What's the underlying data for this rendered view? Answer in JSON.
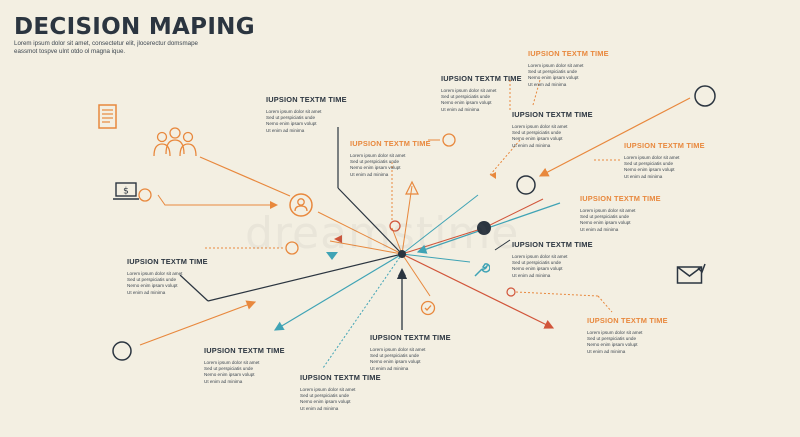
{
  "header": {
    "title": "DECISION MAPING",
    "intro_lines": [
      "Lorem ipsum dolor sit amet, consectetur elit, jlocerectur domsmape",
      "eassmot tospve ulnt otdo ol magna ique."
    ]
  },
  "colors": {
    "background": "#f3efe2",
    "dark": "#2b3540",
    "orange": "#e8883d",
    "teal": "#3fa3b5",
    "red": "#d1553a"
  },
  "labels": [
    {
      "id": "label-top-left",
      "title": "IUPSION TEXTM TIME",
      "tone": "dark",
      "lines": [
        "Lorem ipsum dolor sit amet",
        "Sed ut perspiciatis unde",
        "Nemo enim ipsam volupt",
        "Ut enim ad minima"
      ]
    },
    {
      "id": "label-top-center",
      "title": "IUPSION TEXTM TIME",
      "tone": "orange",
      "lines": [
        "Lorem ipsum dolor sit amet",
        "Sed ut perspiciatis unde",
        "Nemo enim ipsam volupt",
        "Ut enim ad minima"
      ]
    },
    {
      "id": "label-top",
      "title": "IUPSION TEXTM TIME",
      "tone": "dark",
      "lines": [
        "Lorem ipsum dolor sit amet",
        "Sed ut perspiciatis unde",
        "Nemo enim ipsam volupt",
        "Ut enim ad minima"
      ]
    },
    {
      "id": "label-top-right",
      "title": "IUPSION TEXTM TIME",
      "tone": "orange",
      "lines": [
        "Lorem ipsum dolor sit amet",
        "Sed ut perspiciatis unde",
        "Nemo enim ipsam volupt",
        "Ut enim ad minima"
      ]
    },
    {
      "id": "label-right-upper",
      "title": "IUPSION TEXTM TIME",
      "tone": "dark",
      "lines": [
        "Lorem ipsum dolor sit amet",
        "Sed ut perspiciatis unde",
        "Nemo enim ipsam volupt",
        "Ut enim ad minima"
      ]
    },
    {
      "id": "label-right-orange",
      "title": "IUPSION TEXTM TIME",
      "tone": "orange",
      "lines": [
        "Lorem ipsum dolor sit amet",
        "Sed ut perspiciatis unde",
        "Nemo enim ipsam volupt",
        "Ut enim ad minima"
      ]
    },
    {
      "id": "label-right-middle",
      "title": "IUPSION TEXTM TIME",
      "tone": "orange",
      "lines": [
        "Lorem ipsum dolor sit amet",
        "Sed ut perspiciatis unde",
        "Nemo enim ipsam volupt",
        "Ut enim ad minima"
      ]
    },
    {
      "id": "label-right-dark",
      "title": "IUPSION TEXTM TIME",
      "tone": "dark",
      "lines": [
        "Lorem ipsum dolor sit amet",
        "Sed ut perspiciatis unde",
        "Nemo enim ipsam volupt",
        "Ut enim ad minima"
      ]
    },
    {
      "id": "label-left",
      "title": "IUPSION TEXTM TIME",
      "tone": "dark",
      "lines": [
        "Lorem ipsum dolor sit amet",
        "Sed ut perspiciatis unde",
        "Nemo enim ipsam volupt",
        "Ut enim ad minima"
      ]
    },
    {
      "id": "label-bottom-right",
      "title": "IUPSION TEXTM TIME",
      "tone": "orange",
      "lines": [
        "Lorem ipsum dolor sit amet",
        "Sed ut perspiciatis unde",
        "Nemo enim ipsam volupt",
        "Ut enim ad minima"
      ]
    },
    {
      "id": "label-bottom-center",
      "title": "IUPSION TEXTM TIME",
      "tone": "dark",
      "lines": [
        "Lorem ipsum dolor sit amet",
        "Sed ut perspiciatis unde",
        "Nemo enim ipsam volupt",
        "Ut enim ad minima"
      ]
    },
    {
      "id": "label-bottom-left",
      "title": "IUPSION TEXTM TIME",
      "tone": "dark",
      "lines": [
        "Lorem ipsum dolor sit amet",
        "Sed ut perspiciatis unde",
        "Nemo enim ipsam volupt",
        "Ut enim ad minima"
      ]
    },
    {
      "id": "label-bottom",
      "title": "IUPSION TEXTM TIME",
      "tone": "dark",
      "lines": [
        "Lorem ipsum dolor sit amet",
        "Sed ut perspiciatis unde",
        "Nemo enim ipsam volupt",
        "Ut enim ad minima"
      ]
    }
  ],
  "icons": [
    "document-icon",
    "people-group-icon",
    "laptop-dollar-icon",
    "person-circle-icon",
    "wrench-icon",
    "check-circle-icon",
    "envelope-icon"
  ]
}
